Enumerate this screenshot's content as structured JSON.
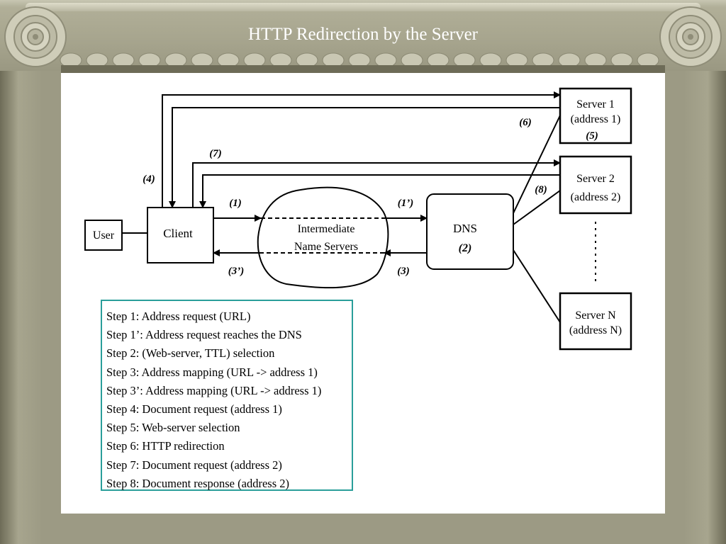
{
  "slide": {
    "title": "HTTP Redirection by the Server"
  },
  "diagram": {
    "nodes": {
      "user": "User",
      "client": "Client",
      "name_servers_line1": "Intermediate",
      "name_servers_line2": "Name Servers",
      "dns_label": "DNS",
      "dns_step": "(2)",
      "server1_line1": "Server 1",
      "server1_line2": "(address 1)",
      "server1_step": "(5)",
      "server2_line1": "Server 2",
      "server2_line2": "(address 2)",
      "serverN_line1": "Server N",
      "serverN_line2": "(address N)"
    },
    "edge_labels": {
      "step1": "(1)",
      "step1p": "(1’)",
      "step3": "(3)",
      "step3p": "(3’)",
      "step4": "(4)",
      "step6": "(6)",
      "step7": "(7)",
      "step8": "(8)"
    }
  },
  "steps": [
    "Step 1: Address request (URL)",
    "Step 1’: Address request reaches the DNS",
    "Step 2: (Web-server, TTL) selection",
    "Step 3: Address mapping (URL -> address 1)",
    "Step 3’: Address mapping (URL -> address 1)",
    "Step 4: Document request (address 1)",
    "Step 5: Web-server selection",
    "Step 6: HTTP redirection",
    "Step 7: Document request (address 2)",
    "Step 8: Document response (address 2)"
  ],
  "colors": {
    "steps_border": "#2a9e9a",
    "title_text": "#ffffff",
    "frame": "#9c9a84"
  }
}
